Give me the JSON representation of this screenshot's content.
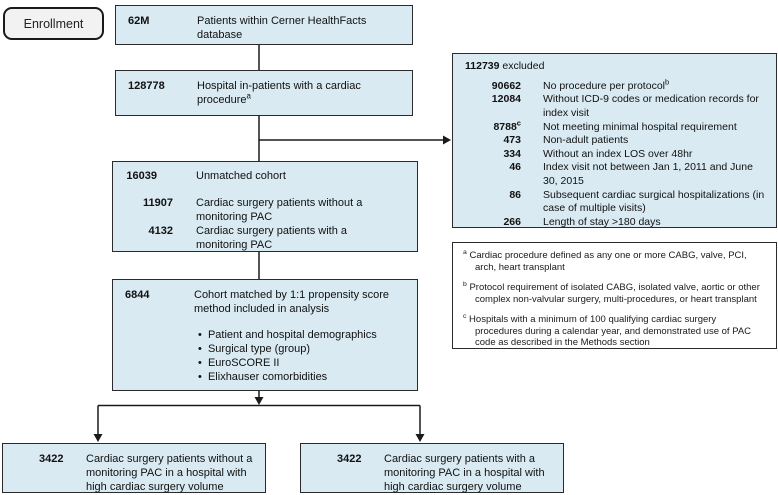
{
  "colors": {
    "box_fill": "#d9eaf2",
    "box_border": "#2b2b2b",
    "note_fill": "#ffffff",
    "enrollment_fill": "#f2f2f2",
    "line": "#1a1a1a",
    "text": "#111111"
  },
  "enrollment_label": "Enrollment",
  "flow": {
    "box1": {
      "num": "62M",
      "text": "Patients within Cerner HealthFacts database"
    },
    "box2": {
      "num": "128778",
      "text": "Hospital in-patients with a cardiac procedure",
      "sup": "a"
    },
    "box3": {
      "header_num": "16039",
      "header_text": "Unmatched cohort",
      "rows": [
        {
          "num": "11907",
          "text": "Cardiac surgery patients without a monitoring PAC"
        },
        {
          "num": "4132",
          "text": "Cardiac surgery patients with a monitoring PAC"
        }
      ]
    },
    "box4": {
      "num": "6844",
      "text": "Cohort matched by 1:1 propensity score method included in analysis",
      "bullets": [
        "Patient and hospital demographics",
        "Surgical type (group)",
        "EuroSCORE II",
        "Elixhauser comorbidities"
      ]
    },
    "bottom_left": {
      "num": "3422",
      "text": "Cardiac surgery patients without a monitoring PAC in a hospital with high cardiac surgery volume"
    },
    "bottom_right": {
      "num": "3422",
      "text": "Cardiac surgery patients with a monitoring PAC in a hospital with high cardiac surgery volume"
    }
  },
  "excluded": {
    "header_num": "112739",
    "header_label": " excluded",
    "rows": [
      {
        "num": "90662",
        "text": "No procedure per protocol",
        "sup_after": "b"
      },
      {
        "num": "12084",
        "text": "Without ICD-9 codes or medication records for index visit"
      },
      {
        "num": "8788",
        "num_sup": "c",
        "text": "Not meeting minimal hospital requirement"
      },
      {
        "num": "473",
        "text": "Non-adult patients"
      },
      {
        "num": "334",
        "text": "Without an index LOS over 48hr"
      },
      {
        "num": "46",
        "text": "Index visit not between Jan 1, 2011 and June 30, 2015"
      },
      {
        "num": "86",
        "text": "Subsequent cardiac surgical hospitalizations  (in case of multiple visits)"
      },
      {
        "num": "266",
        "text": "Length of stay >180 days"
      }
    ]
  },
  "footnotes": [
    {
      "marker": "a",
      "text": " Cardiac procedure defined as any one or more CABG, valve, PCI, arch, heart transplant"
    },
    {
      "marker": "b",
      "text": " Protocol requirement of isolated CABG, isolated valve, aortic or other complex non-valvular surgery, multi-procedures, or heart transplant"
    },
    {
      "marker": "c",
      "text": " Hospitals with a minimum of 100 qualifying cardiac surgery procedures during a calendar year, and demonstrated use of PAC code as described in the Methods section"
    }
  ]
}
